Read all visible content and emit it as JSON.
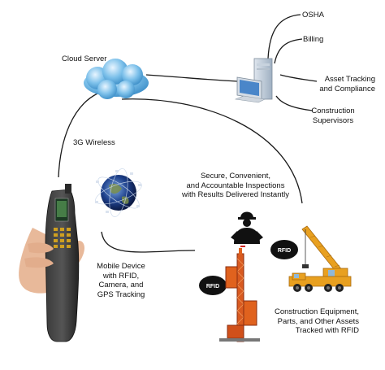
{
  "nodes": {
    "cloud_server": "Cloud Server",
    "wireless": "3G Wireless",
    "osha": "OSHA",
    "billing": "Billing",
    "asset_tracking": [
      "Asset Tracking",
      "and Compliance"
    ],
    "supervisors": [
      "Construction",
      "Supervisors"
    ],
    "inspections": [
      "Secure, Convenient,",
      "and Accountable Inspections",
      "with Results Delivered Instantly"
    ],
    "mobile_device": [
      "Mobile Device",
      "with RFID,",
      "Camera, and",
      "GPS Tracking"
    ],
    "equipment": [
      "Construction Equipment,",
      "Parts, and Other Assets",
      "Tracked with RFID"
    ]
  },
  "rfid_tag": "RFID",
  "colors": {
    "line": "#1a1a1a",
    "cloud": "#5aa8d8",
    "crane": "#e8a020",
    "lift": "#d8501a",
    "tag": "#111111"
  },
  "icons": [
    "cloud-icon",
    "computer-icon",
    "globe-icon",
    "worker-icon",
    "mobile-device-icon",
    "crane-icon",
    "lift-icon",
    "rfid-tag-icon"
  ]
}
